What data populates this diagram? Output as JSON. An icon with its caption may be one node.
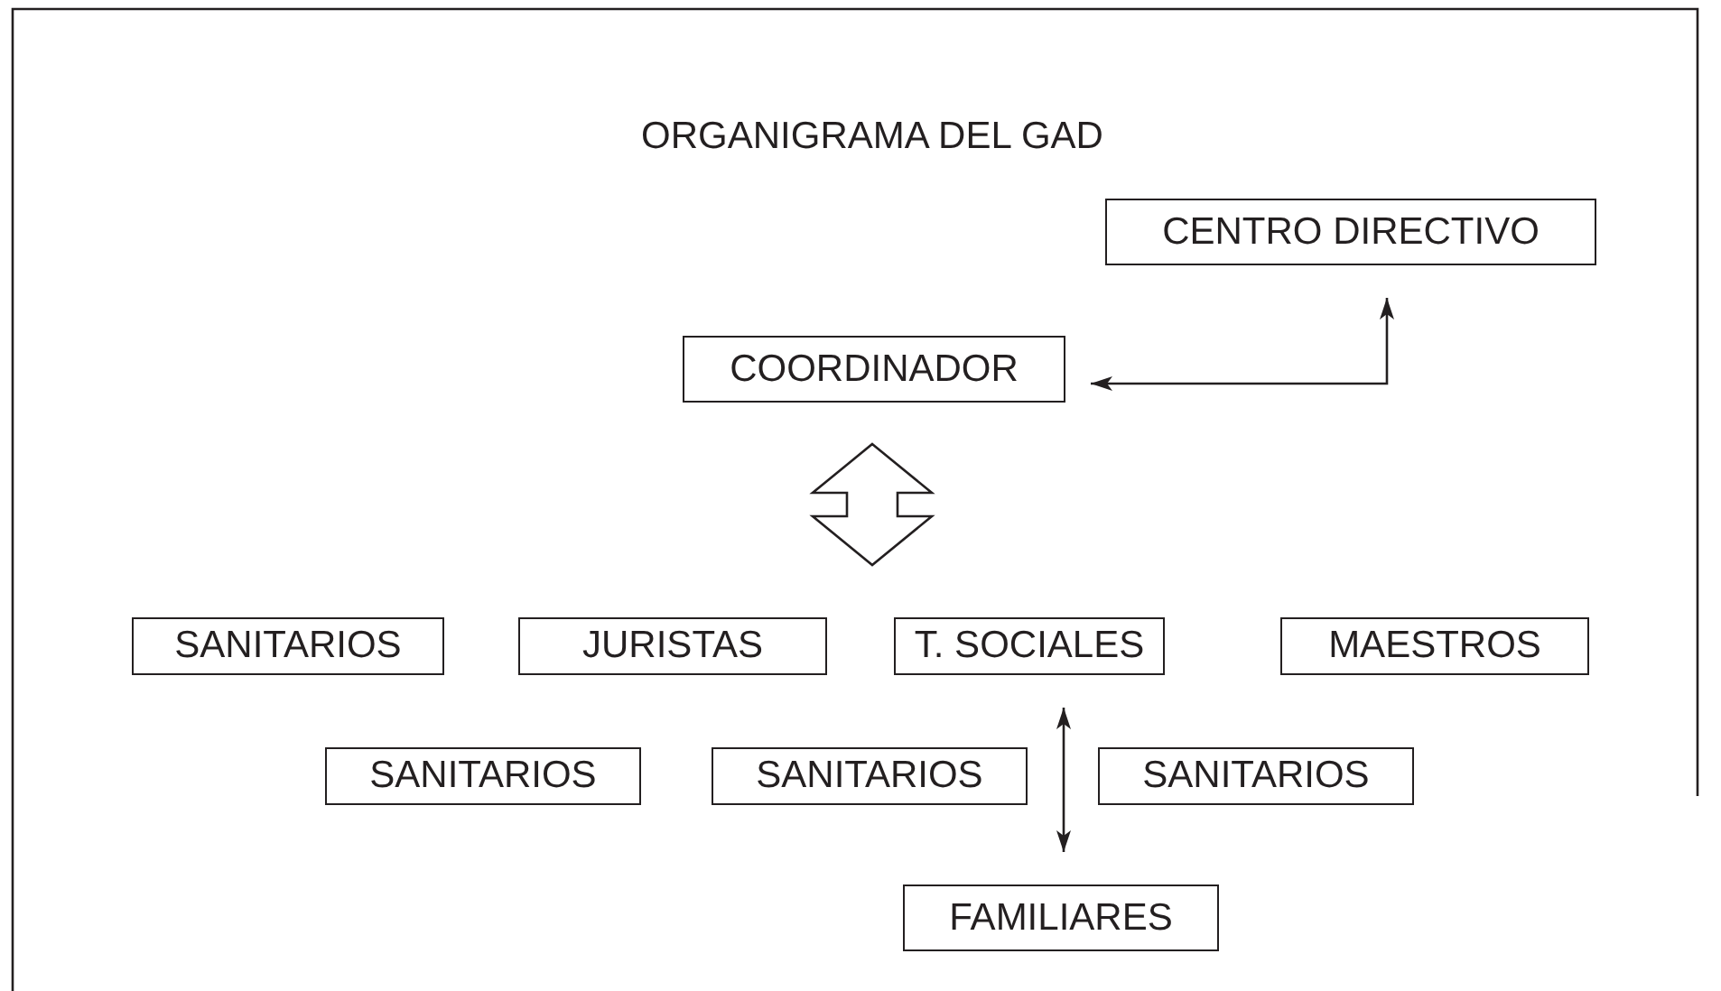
{
  "diagram": {
    "title": "ORGANIGRAMA DEL GAD",
    "nodes": [
      {
        "text": [
          "CENTRO DIRECTIVO"
        ]
      },
      {
        "text": [
          "COORDINADOR"
        ]
      },
      {
        "text": [
          "SANITARIOS"
        ]
      },
      {
        "text": [
          "JURISTAS"
        ]
      },
      {
        "text": [
          "T. SOCIALES"
        ]
      },
      {
        "text": [
          "MAESTROS"
        ]
      },
      {
        "text": [
          "SANITARIOS"
        ]
      },
      {
        "text": [
          "SANITARIOS"
        ]
      },
      {
        "text": [
          "SANITARIOS"
        ]
      },
      {
        "text": [
          "FAMILIARES"
        ]
      }
    ],
    "edges": [
      {
        "from": 1,
        "to": 0,
        "arrow": "both"
      },
      {
        "from": 1,
        "to": null,
        "arrow": "both",
        "style": "thick"
      },
      {
        "from": 4,
        "to": 9,
        "arrow": "both"
      }
    ]
  }
}
